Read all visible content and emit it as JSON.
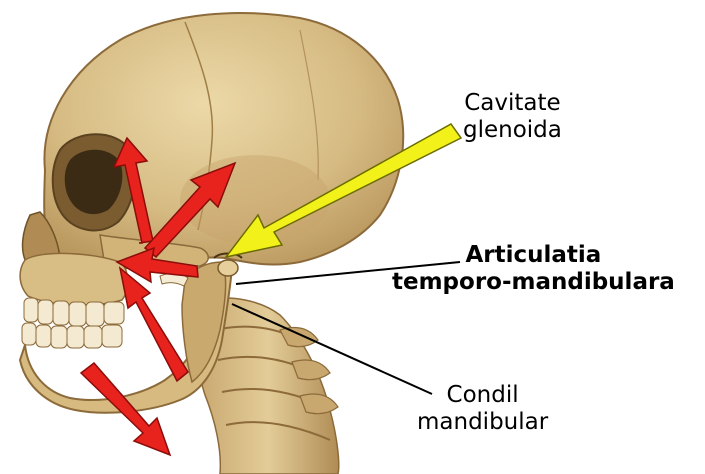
{
  "labels": {
    "glenoid_cavity": {
      "line1": "Cavitate",
      "line2": "glenoida"
    },
    "tmj": {
      "line1": "Articulatia",
      "line2": "temporo-mandibulara"
    },
    "condyle": {
      "line1": "Condil",
      "line2": "mandibular"
    }
  },
  "colors": {
    "bone": "#d9c08a",
    "bone_shadow": "#a8864e",
    "muscle_arrow": "#e8221c",
    "pointer_arrow": "#f2f21a",
    "leader_line": "#000000"
  }
}
